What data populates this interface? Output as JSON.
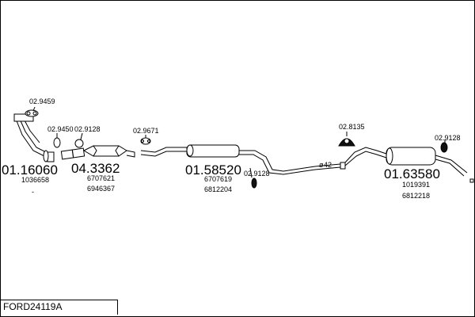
{
  "diagram": {
    "title": "FORD24119A",
    "small_codes": {
      "c1": "02.9459",
      "c2": "02.9450",
      "c3": "02.9128",
      "c4": "02.9671",
      "c5": "02.9128",
      "c6": "02.8135",
      "c7": "02.9128",
      "c8": "42"
    },
    "big_codes": {
      "b1": "01.16060",
      "b2": "04.3362",
      "b3": "01.58520",
      "b4": "01.63580"
    },
    "refs": {
      "r1": "1036658",
      "r1b": "-",
      "r2a": "6707621",
      "r2b": "6946367",
      "r3a": "6707619",
      "r3b": "6812204",
      "r4a": "1019391",
      "r4b": "6812218"
    }
  }
}
